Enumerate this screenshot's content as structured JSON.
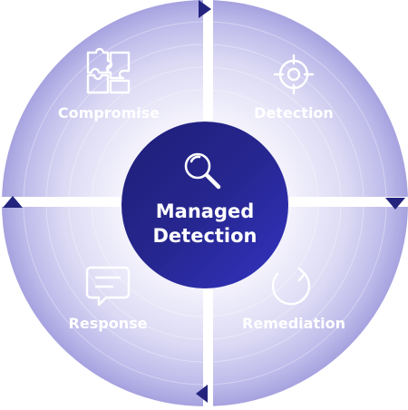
{
  "center": {
    "line1": "Managed",
    "line2": "Detection",
    "icon": "magnifier-icon"
  },
  "quadrants": [
    {
      "id": "compromise",
      "label": "Compromise",
      "icon": "puzzle-icon"
    },
    {
      "id": "detection",
      "label": "Detection",
      "icon": "target-icon"
    },
    {
      "id": "response",
      "label": "Response",
      "icon": "chat-bubble-icon"
    },
    {
      "id": "remediation",
      "label": "Remediation",
      "icon": "refresh-icon"
    }
  ],
  "colors": {
    "center_fill": "#2a2a9c",
    "ring_edge": "#a9a6e2",
    "ring_inner": "#ffffff",
    "arrow": "#24247e",
    "label": "#ffffff"
  }
}
